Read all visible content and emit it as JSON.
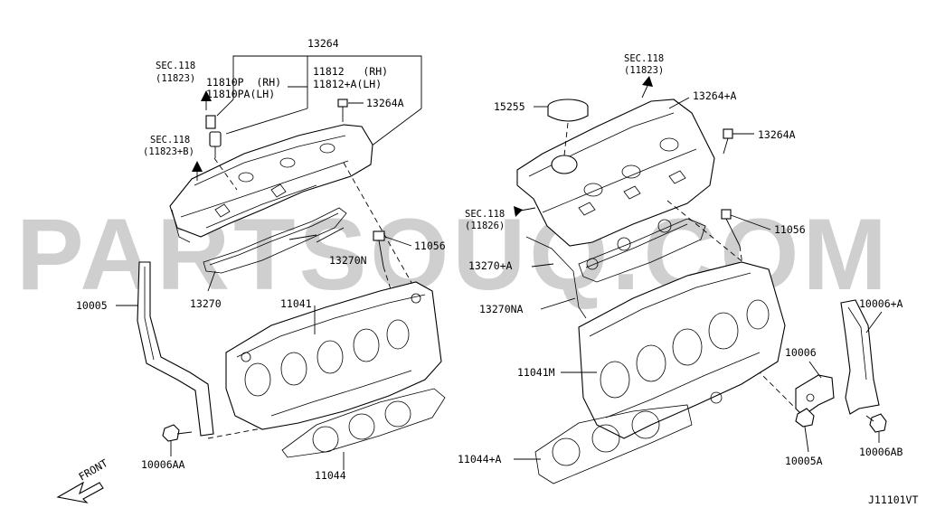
{
  "watermark": "PARTSOUQ.COM",
  "diagram_code": "J11101VT",
  "front_label": "FRONT",
  "callouts": {
    "c13264": "13264",
    "sec118_top_left": "SEC.118",
    "sec118_top_left_ref": "(11823)",
    "c11810P": "11810P  (RH)",
    "c11810PA": "11810PA(LH)",
    "c11812": "11812   (RH)",
    "c11812A": "11812+A(LH)",
    "c13264A_left": "13264A",
    "sec118_mid_left": "SEC.118",
    "sec118_mid_left_ref": "(11823+B)",
    "c11056_left": "11056",
    "c13270N": "13270N",
    "c13270": "13270",
    "c10005": "10005",
    "c11041": "11041",
    "c10006AA": "10006AA",
    "c11044": "11044",
    "sec118_top_right": "SEC.118",
    "sec118_top_right_ref": "(11823)",
    "c15255": "15255",
    "c13264A_plus": "13264+A",
    "c13264A_right": "13264A",
    "sec118_mid_right": "SEC.118",
    "sec118_mid_right_ref": "(11826)",
    "c11056_right": "11056",
    "c13270A": "13270+A",
    "c13270NA": "13270NA",
    "c10006A": "10006+A",
    "c10006": "10006",
    "c11041M": "11041M",
    "c11044A": "11044+A",
    "c10005A": "10005A",
    "c10006AB": "10006AB"
  }
}
